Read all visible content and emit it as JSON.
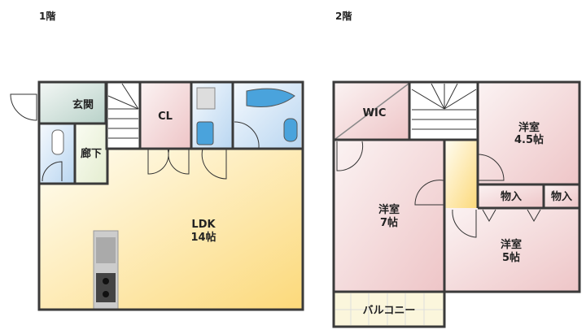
{
  "floor1": {
    "title": "1階",
    "rooms": {
      "genkan": "玄関",
      "closet": "CL",
      "hallway": "廊下",
      "ldk_name": "LDK",
      "ldk_size": "14帖"
    }
  },
  "floor2": {
    "title": "2階",
    "rooms": {
      "wic": "WIC",
      "room_a_name": "洋室",
      "room_a_size": "4.5帖",
      "room_b_name": "洋室",
      "room_b_size": "7帖",
      "room_c_name": "洋室",
      "room_c_size": "5帖",
      "storage1": "物入",
      "storage2": "物入",
      "balcony": "バルコニー"
    }
  },
  "colors": {
    "ldk": "#fde9b0",
    "pink": "#f3d6d8",
    "blue": "#cfe3f5",
    "green": "#dce8de",
    "wall": "#3a3a3a"
  }
}
